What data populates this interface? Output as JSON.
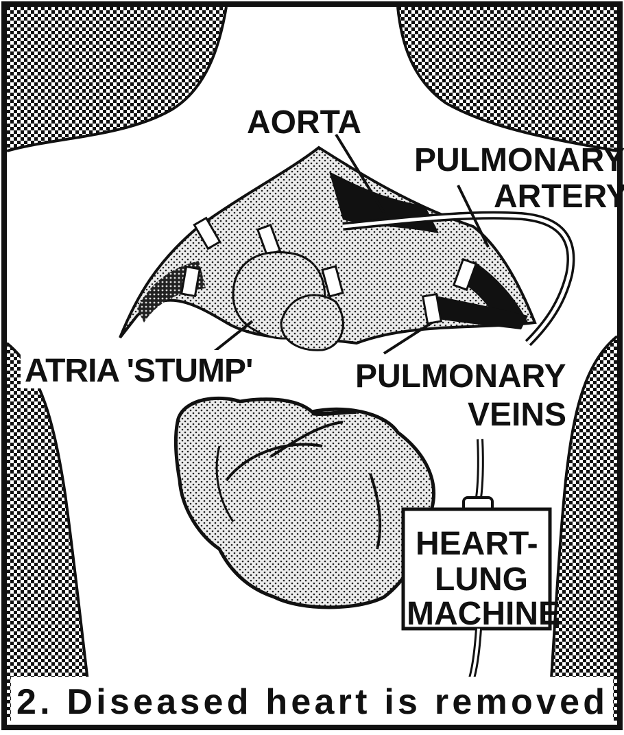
{
  "figure": {
    "labels": {
      "aorta": "AORTA",
      "pulmonary_artery_line1": "PULMONARY",
      "pulmonary_artery_line2": "ARTERY",
      "atria_stump": "ATRIA 'STUMP'",
      "pulmonary_veins_line1": "PULMONARY",
      "pulmonary_veins_line2": "VEINS",
      "machine_line1": "HEART-",
      "machine_line2": "LUNG",
      "machine_line3": "MACHINE"
    },
    "caption": "2. Diseased heart is removed"
  },
  "colors": {
    "ink": "#111111",
    "paper": "#ffffff",
    "stipple": "#d9d9d9",
    "checker_dark": "#111111"
  },
  "icons": [
    "body-silhouette",
    "heart-illustration",
    "heart-lung-machine"
  ]
}
